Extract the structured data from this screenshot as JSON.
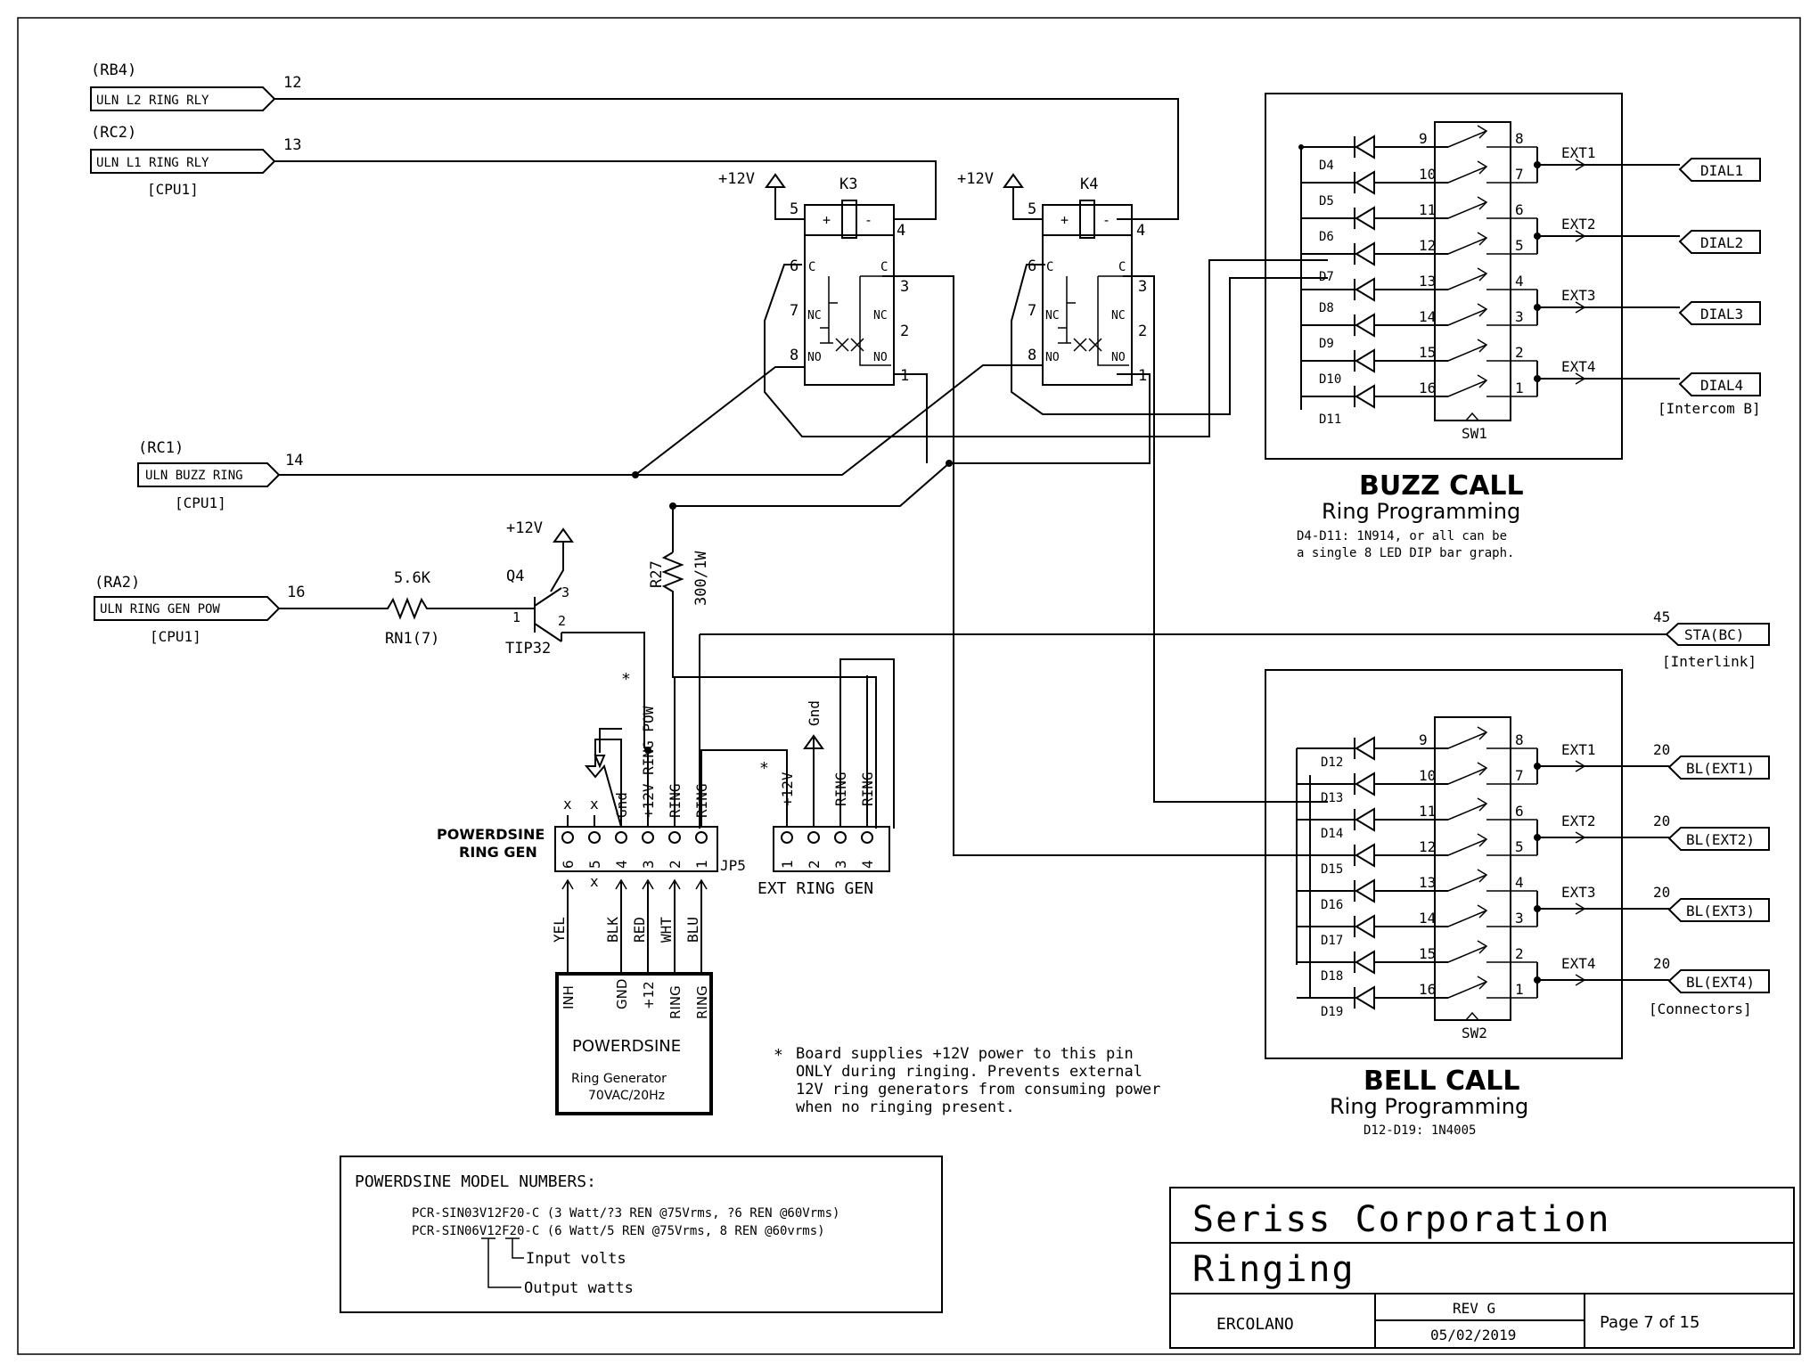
{
  "left_ports": [
    {
      "reg": "(RB4)",
      "label": "ULN L2 RING RLY",
      "pin": "12",
      "cpu": ""
    },
    {
      "reg": "(RC2)",
      "label": "ULN L1 RING RLY",
      "pin": "13",
      "cpu": "[CPU1]"
    },
    {
      "reg": "(RC1)",
      "label": "ULN BUZZ RING",
      "pin": "14",
      "cpu": "[CPU1]"
    },
    {
      "reg": "(RA2)",
      "label": "ULN RING GEN POW",
      "pin": "16",
      "cpu": "[CPU1]"
    }
  ],
  "relays": [
    {
      "name": "K3",
      "supply": "+12V",
      "pins": {
        "p5": "5",
        "p4": "4",
        "p6": "6",
        "p7": "7",
        "p8": "8",
        "p3": "3",
        "p2": "2",
        "p1": "1"
      }
    },
    {
      "name": "K4",
      "supply": "+12V",
      "pins": {
        "p5": "5",
        "p4": "4",
        "p6": "6",
        "p7": "7",
        "p8": "8",
        "p3": "3",
        "p2": "2",
        "p1": "1"
      }
    }
  ],
  "contact_labels": {
    "c": "C",
    "nc": "NC",
    "no": "NO",
    "plus": "+",
    "minus": "-"
  },
  "buzz": {
    "title": "BUZZ CALL",
    "subtitle": "Ring Programming",
    "note_line1": "D4-D11: 1N914, or all can be",
    "note_line2": "a single 8 LED DIP bar graph.",
    "switch": "SW1",
    "diodes": [
      "D4",
      "D5",
      "D6",
      "D7",
      "D8",
      "D9",
      "D10",
      "D11"
    ],
    "ext": [
      {
        "label": "EXT1",
        "port": "DIAL1"
      },
      {
        "label": "EXT2",
        "port": "DIAL2"
      },
      {
        "label": "EXT3",
        "port": "DIAL3"
      },
      {
        "label": "EXT4",
        "port": "DIAL4"
      }
    ],
    "port_note": "[Intercom B]"
  },
  "bell": {
    "title": "BELL CALL",
    "subtitle": "Ring Programming",
    "note_line1": "D12-D19: 1N4005",
    "switch": "SW2",
    "diodes": [
      "D12",
      "D13",
      "D14",
      "D15",
      "D16",
      "D17",
      "D18",
      "D19"
    ],
    "ext": [
      {
        "label": "EXT1",
        "pin": "20",
        "port": "BL(EXT1)"
      },
      {
        "label": "EXT2",
        "pin": "20",
        "port": "BL(EXT2)"
      },
      {
        "label": "EXT3",
        "pin": "20",
        "port": "BL(EXT3)"
      },
      {
        "label": "EXT4",
        "pin": "20",
        "port": "BL(EXT4)"
      }
    ],
    "port_note": "[Connectors]"
  },
  "switch_pins_left": [
    "9",
    "10",
    "11",
    "12",
    "13",
    "14",
    "15",
    "16"
  ],
  "switch_pins_right": [
    "8",
    "7",
    "6",
    "5",
    "4",
    "3",
    "2",
    "1"
  ],
  "sta": {
    "pin": "45",
    "port": "STA(BC)",
    "note": "[Interlink]"
  },
  "transistor": {
    "supply": "+12V",
    "name": "Q4",
    "part": "TIP32",
    "pin1": "1",
    "pin2": "2",
    "pin3": "3"
  },
  "resistor_rn": {
    "value": "5.6K",
    "name": "RN1(7)"
  },
  "resistor_r27": {
    "name": "R27",
    "value": "300/1W"
  },
  "jp5": {
    "title_line1": "POWERDSINE",
    "title_line2": "RING GEN",
    "name": "JP5",
    "pins": [
      "6",
      "5",
      "4",
      "3",
      "2",
      "1"
    ],
    "top_labels": [
      "x",
      "x",
      "Gnd",
      "+12V RING POW",
      "RING",
      "RING"
    ],
    "star": "*",
    "bottom_labels": [
      "YEL",
      "x",
      "BLK",
      "RED",
      "WHT",
      "BLU"
    ]
  },
  "ext_ring_gen": {
    "title": "EXT RING GEN",
    "pins": [
      "1",
      "2",
      "3",
      "4"
    ],
    "top_labels": [
      "+12V",
      "Gnd",
      "RING",
      "RING"
    ],
    "star": "*"
  },
  "powerdsine_module": {
    "pins": [
      "INH",
      "GND",
      "+12",
      "RING",
      "RING"
    ],
    "title": "POWERDSINE",
    "line1": "Ring Generator",
    "line2": "70VAC/20Hz"
  },
  "footnote": {
    "star": "*",
    "lines": [
      "Board supplies +12V power to this pin",
      "ONLY during ringing. Prevents external",
      "12V ring generators from consuming power",
      "when no ringing present."
    ]
  },
  "model_box": {
    "title": "POWERDSINE MODEL NUMBERS:",
    "line1": "PCR-SIN03V12F20-C (3 Watt/?3 REN @75Vrms, ?6 REN @60Vrms)",
    "line2": "PCR-SIN06V12F20-C (6 Watt/5 REN @75Vrms, 8 REN @60vrms)",
    "input": "Input volts",
    "output": "Output watts"
  },
  "title_block": {
    "company": "Seriss Corporation",
    "title": "Ringing",
    "author": "ERCOLANO",
    "rev": "REV G",
    "date": "05/02/2019",
    "page": "Page 7 of 15"
  }
}
